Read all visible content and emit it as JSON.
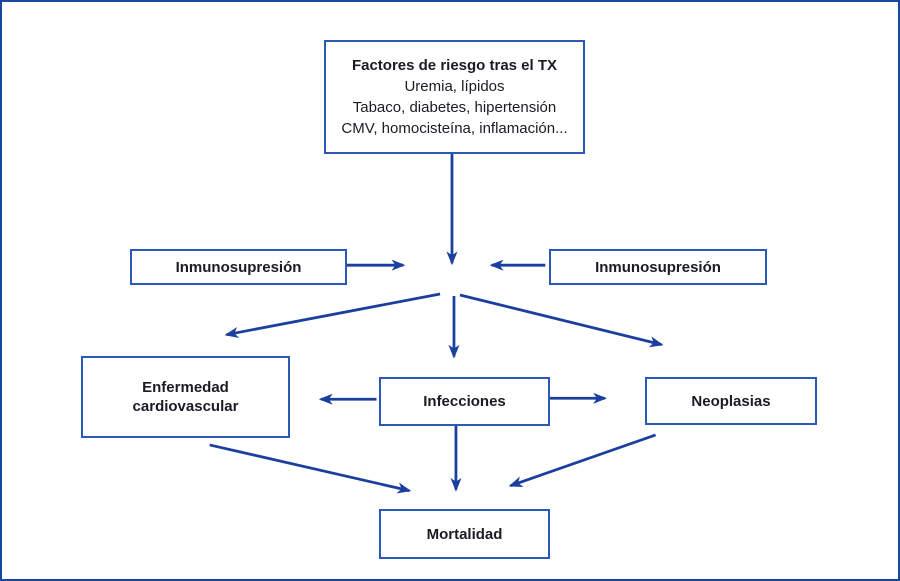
{
  "colors": {
    "frame_border": "#16499e",
    "box_border": "#2a5ab4",
    "arrow": "#1b3f9e",
    "text": "#1b1b24",
    "background": "#ffffff"
  },
  "diagram": {
    "risk_factors_box": {
      "title": "Factores de riesgo tras el TX",
      "lines": [
        "Uremia, lípidos",
        "Tabaco, diabetes, hipertensión",
        "CMV, homocisteína, inflamación..."
      ]
    },
    "nodes": {
      "immunosuppression_left": {
        "label": "Inmunosupresión"
      },
      "immunosuppression_right": {
        "label": "Inmunosupresión"
      },
      "cardiovascular": {
        "label": "Enfermedad cardiovascular"
      },
      "infections": {
        "label": "Infecciones"
      },
      "neoplasms": {
        "label": "Neoplasias"
      },
      "mortality": {
        "label": "Mortalidad"
      }
    },
    "edges": [
      {
        "from": "risk_factors",
        "to": "junction"
      },
      {
        "from": "immunosuppression_left",
        "to": "junction"
      },
      {
        "from": "immunosuppression_right",
        "to": "junction"
      },
      {
        "from": "junction",
        "to": "cardiovascular"
      },
      {
        "from": "junction",
        "to": "infections"
      },
      {
        "from": "junction",
        "to": "neoplasms"
      },
      {
        "from": "infections",
        "to": "cardiovascular"
      },
      {
        "from": "infections",
        "to": "neoplasms"
      },
      {
        "from": "cardiovascular",
        "to": "mortality"
      },
      {
        "from": "infections",
        "to": "mortality"
      },
      {
        "from": "neoplasms",
        "to": "mortality"
      }
    ]
  }
}
